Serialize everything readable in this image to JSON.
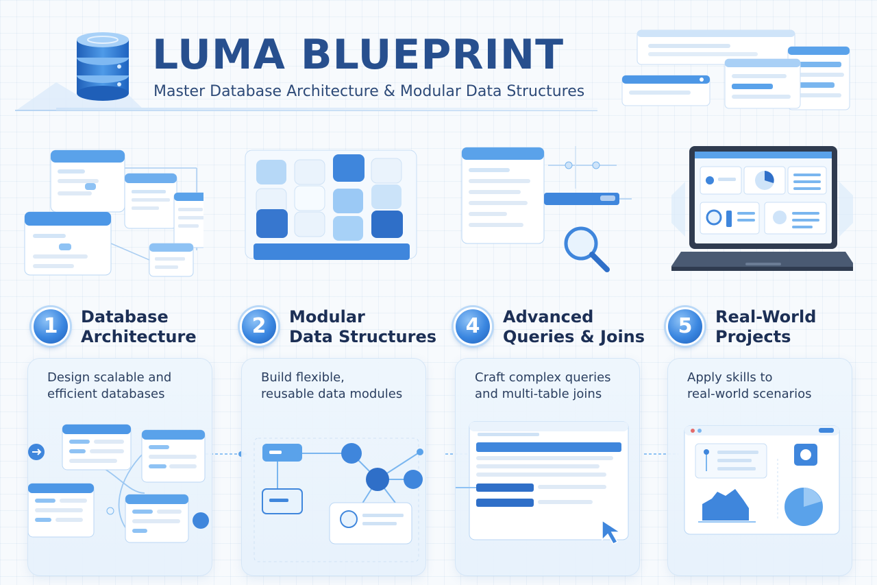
{
  "brand": {
    "title": "LUMA BLUEPRINT",
    "subtitle": "Master Database Architecture & Modular Data Structures"
  },
  "colors": {
    "primary": "#274f8e",
    "accent": "#3a86e0",
    "light_accent": "#b9d8f7",
    "card_bg": "#eaf3fc"
  },
  "steps": [
    {
      "number": "1",
      "title_line1": "Database",
      "title_line2": "Architecture",
      "desc_line1": "Design scalable and",
      "desc_line2": "efficient databases",
      "illustration": "schema-windows-icon"
    },
    {
      "number": "2",
      "title_line1": "Modular",
      "title_line2": "Data Structures",
      "desc_line1": "Build flexible,",
      "desc_line2": "reusable data modules",
      "illustration": "module-blocks-icon"
    },
    {
      "number": "4",
      "title_line1": "Advanced",
      "title_line2": "Queries & Joins",
      "desc_line1": "Craft complex queries",
      "desc_line2": "and multi-table joins",
      "illustration": "query-magnifier-icon"
    },
    {
      "number": "5",
      "title_line1": "Real-World",
      "title_line2": "Projects",
      "desc_line1": "Apply skills to",
      "desc_line2": "real-world scenarios",
      "illustration": "laptop-dashboard-icon"
    }
  ]
}
